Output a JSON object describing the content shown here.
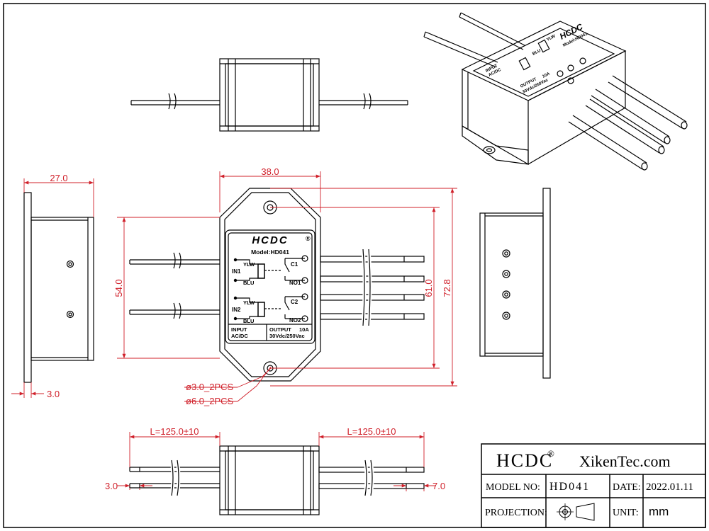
{
  "colors": {
    "line": "#000000",
    "dimension": "#d0202a"
  },
  "dimensions": {
    "width": "38.0",
    "height_inner": "54.0",
    "hole_spacing": "61.0",
    "overall_height": "72.8",
    "depth": "27.0",
    "flange": "3.0",
    "hole_small": "ø3.0_2PCS",
    "hole_large": "ø6.0_2PCS",
    "lead_left": "L=125.0±10",
    "lead_right": "L=125.0±10",
    "wire_offset": "3.0",
    "pin_offset": "7.0"
  },
  "panel": {
    "brand": "HCDC",
    "model": "Model:HD041",
    "in1": "IN1",
    "in2": "IN2",
    "ylw1": "YLW",
    "blu1": "BLU",
    "ylw2": "YLW",
    "blu2": "BLU",
    "c1": "C1",
    "no1": "NO1",
    "c2": "C2",
    "no2": "NO2",
    "input_label": "INPUT",
    "input_type": "AC/DC",
    "output_label": "OUTPUT",
    "output_current": "10A",
    "output_rating": "30Vdc/250Vac"
  },
  "iso": {
    "brand": "HCDC",
    "model": "Model:HD041",
    "ylw": "YLW",
    "blu": "BLU",
    "input_label": "INPUT",
    "input_type": "AC/DC",
    "output_label": "OUTPUT",
    "output_current": "10A",
    "output_rating": "30Vdc/250Vac"
  },
  "title_block": {
    "brand": "HCDC",
    "registered": "®",
    "website": "XikenTec.com",
    "model_label": "MODEL NO:",
    "model_value": "HD041",
    "date_label": "DATE:",
    "date_value": "2022.01.11",
    "projection_label": "PROJECTION:",
    "unit_label": "UNIT:",
    "unit_value": "mm"
  }
}
